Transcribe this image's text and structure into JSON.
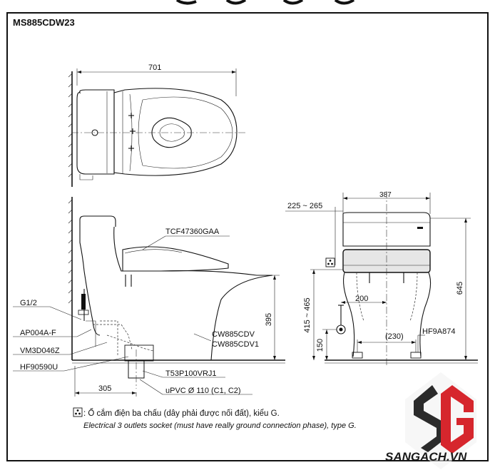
{
  "model": "MS885CDW23",
  "dimensions": {
    "top_length": "701",
    "tank_width": "387",
    "height_bowl": "395",
    "rough_in": "305",
    "side_offset": "225 ~ 265",
    "height_total": "645",
    "supply_offset": "200",
    "supply_height": "415 ~ 465",
    "floor_height": "150",
    "foot_spacing": "(230)"
  },
  "parts": {
    "seat": "TCF47360GAA",
    "valve": "G1/2",
    "angle_valve": "AP004A-F",
    "hose": "VM3D046Z",
    "flange": "HF90590U",
    "bowl_1": "CW885CDV",
    "bowl_2": "CW885CDV1",
    "adapter": "T53P100VRJ1",
    "pipe": "uPVC Ø 110 (C1, C2)",
    "bolt": "HF9A874"
  },
  "note": {
    "icon": "outlet-icon",
    "vi": ": Ổ cắm điện ba chấu (dây phải được nối đất), kiểu G.",
    "en": "Electrical 3 outlets socket (must have really ground connection phase), type G."
  },
  "brand": {
    "text": "SANGACH.VN",
    "colors": {
      "red": "#d6262d",
      "dark": "#2b2b2b"
    }
  }
}
